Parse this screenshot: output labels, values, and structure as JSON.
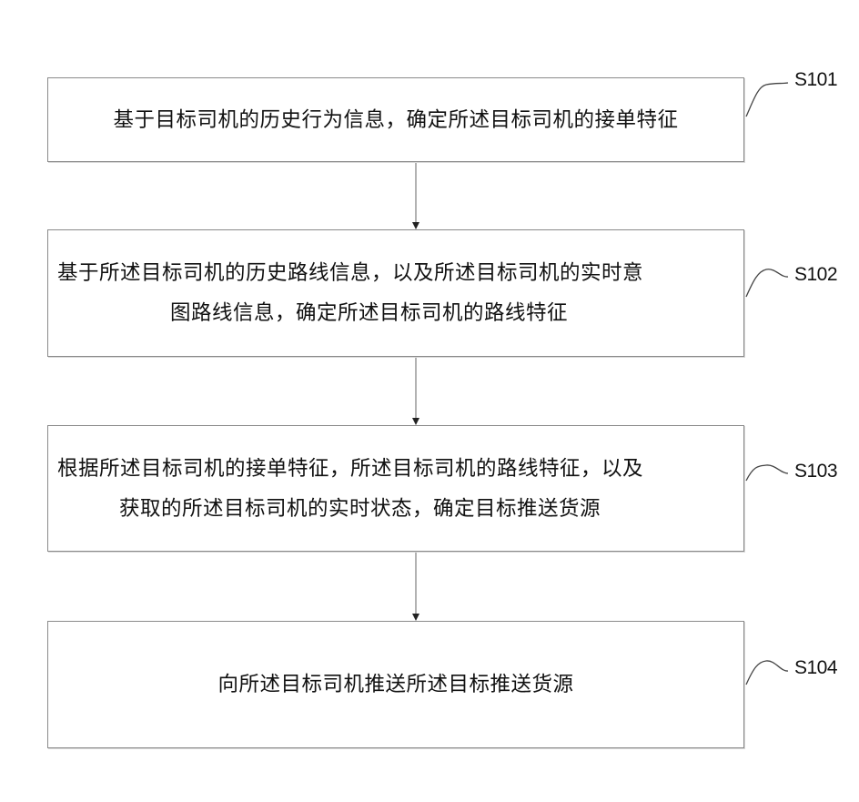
{
  "steps": [
    {
      "id": "S101",
      "text": "基于目标司机的历史行为信息，确定所述目标司机的接单特征"
    },
    {
      "id": "S102",
      "line1": "基于所述目标司机的历史路线信息，以及所述目标司机的实时意",
      "line2": "图路线信息，确定所述目标司机的路线特征"
    },
    {
      "id": "S103",
      "line1": "根据所述目标司机的接单特征，所述目标司机的路线特征，以及",
      "line2": "获取的所述目标司机的实时状态，确定目标推送货源"
    },
    {
      "id": "S104",
      "text": "向所述目标司机推送所述目标推送货源"
    }
  ]
}
